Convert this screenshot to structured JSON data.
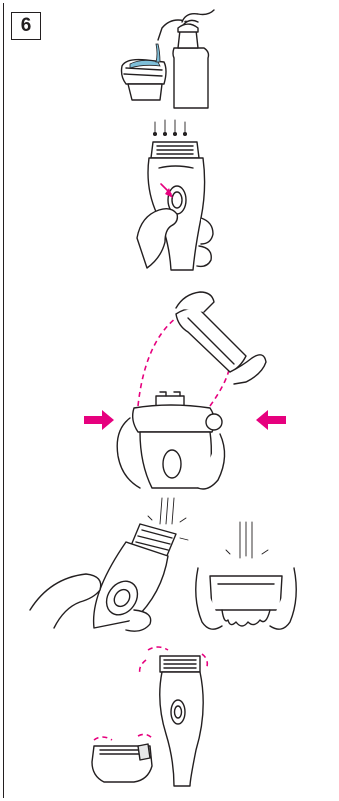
{
  "step": {
    "number": "6"
  },
  "colors": {
    "accent": "#e6007e",
    "outline": "#231f20",
    "cleaner": "#7fbfd9",
    "shade": "#e6e7e8"
  },
  "illustrations": [
    {
      "id": "panel-1",
      "icon": "apply-cleaner-to-foil-icon"
    },
    {
      "id": "panel-2",
      "icon": "switch-on-shaver-icon"
    },
    {
      "id": "panel-3",
      "icon": "remove-head-press-buttons-icon"
    },
    {
      "id": "panel-4",
      "icon": "rinse-under-water-icon"
    },
    {
      "id": "panel-5",
      "icon": "shake-dry-icon"
    }
  ]
}
